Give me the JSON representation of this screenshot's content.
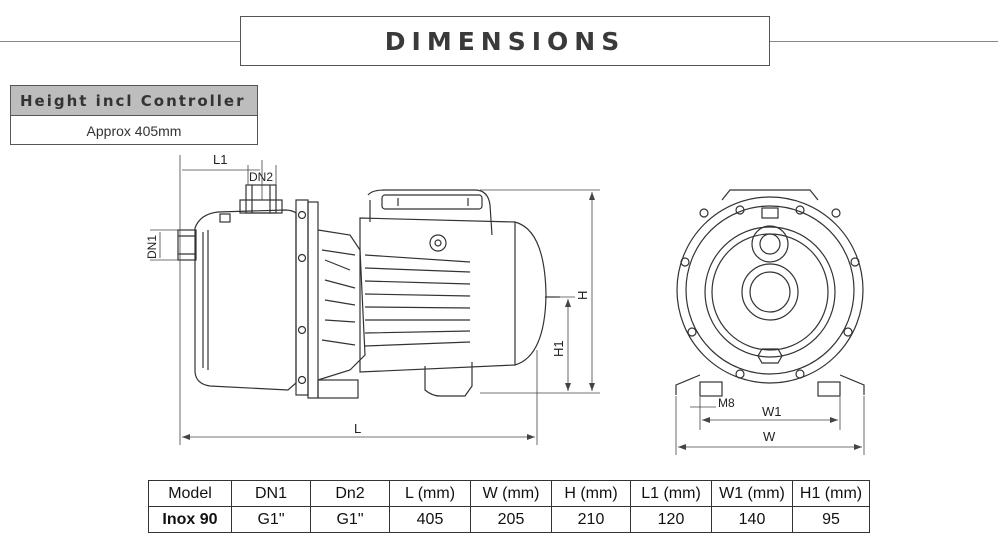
{
  "header": {
    "title": "DIMENSIONS"
  },
  "height_info": {
    "heading": "Height incl Controller",
    "value": "Approx 405mm"
  },
  "drawing_labels": {
    "l1": "L1",
    "dn2": "DN2",
    "dn1": "DN1",
    "l": "L",
    "h": "H",
    "h1": "H1",
    "m8": "M8",
    "w1": "W1",
    "w": "W"
  },
  "spec_table": {
    "headers": [
      "Model",
      "DN1",
      "Dn2",
      "L (mm)",
      "W (mm)",
      "H (mm)",
      "L1 (mm)",
      "W1 (mm)",
      "H1 (mm)"
    ],
    "row": [
      "Inox 90",
      "G1\"",
      "G1\"",
      "405",
      "205",
      "210",
      "120",
      "140",
      "95"
    ]
  }
}
